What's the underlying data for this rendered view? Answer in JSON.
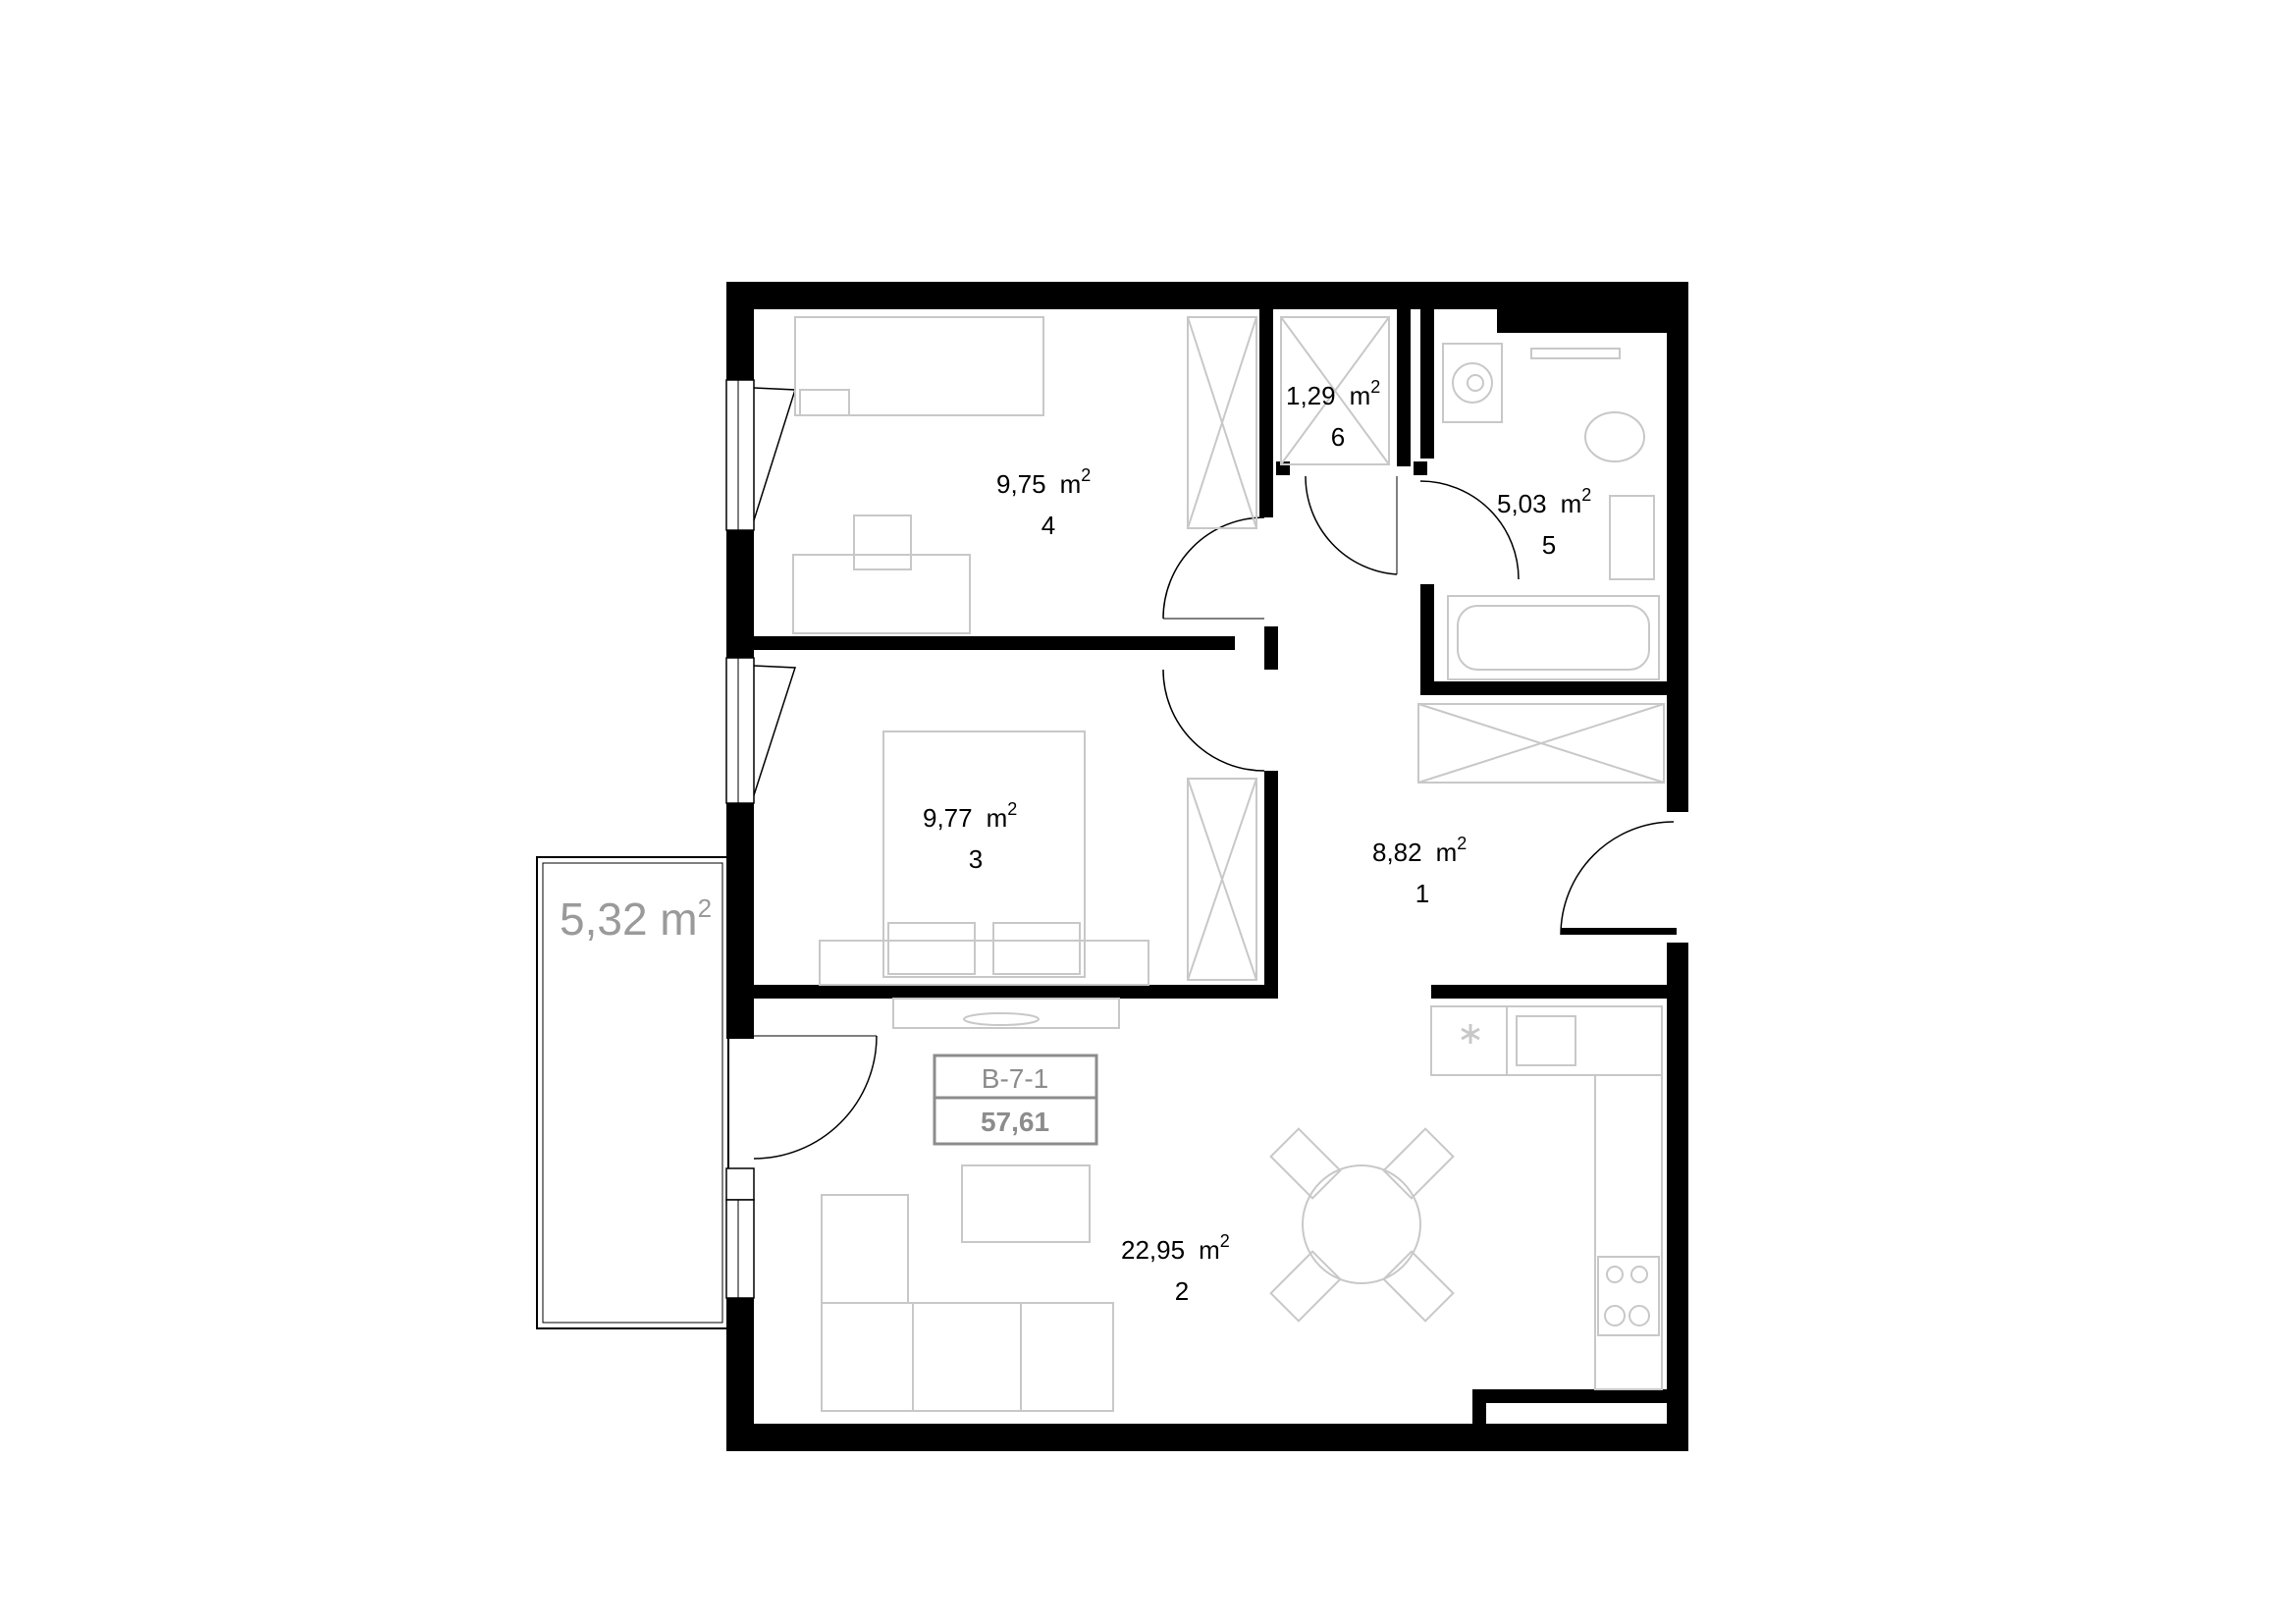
{
  "unit": {
    "code": "B-7-1",
    "total_area": "57,61"
  },
  "balcony": {
    "area": "5,32 m",
    "sup": "2"
  },
  "rooms": [
    {
      "id": "1",
      "area": "8,82",
      "unit": "m",
      "sup": "2",
      "number": "1"
    },
    {
      "id": "2",
      "area": "22,95",
      "unit": "m",
      "sup": "2",
      "number": "2"
    },
    {
      "id": "3",
      "area": "9,77",
      "unit": "m",
      "sup": "2",
      "number": "3"
    },
    {
      "id": "4",
      "area": "9,75",
      "unit": "m",
      "sup": "2",
      "number": "4"
    },
    {
      "id": "5",
      "area": "5,03",
      "unit": "m",
      "sup": "2",
      "number": "5"
    },
    {
      "id": "6",
      "area": "1,29",
      "unit": "m",
      "sup": "2",
      "number": "6"
    }
  ],
  "colors": {
    "wall": "#000000",
    "furniture": "#c8c8c8",
    "label_muted": "#8c8c8c"
  }
}
